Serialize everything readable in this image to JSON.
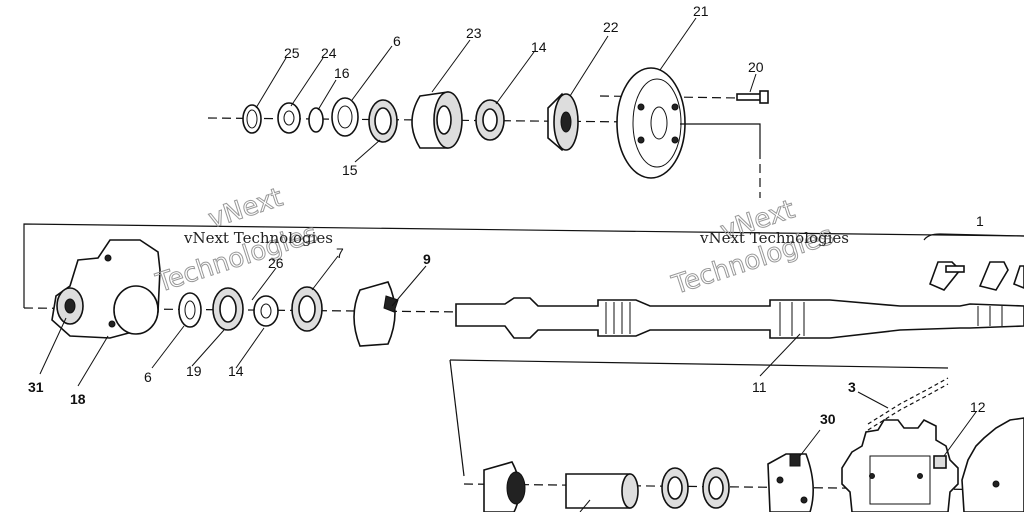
{
  "watermarks": {
    "left_small": "vNext Technologies",
    "left_big_line1": "vNext",
    "left_big_line2": "Technologies",
    "right_small": "vNext Technologies",
    "right_big_line1": "vNext",
    "right_big_line2": "Technologies"
  },
  "callouts": {
    "c25": "25",
    "c24": "24",
    "c16": "16",
    "c6_top": "6",
    "c23": "23",
    "c14_top": "14",
    "c22": "22",
    "c21": "21",
    "c20": "20",
    "c15": "15",
    "c1": "1",
    "c26": "26",
    "c7": "7",
    "c9": "9",
    "c31": "31",
    "c18": "18",
    "c6_mid": "6",
    "c19": "19",
    "c14_mid": "14",
    "c11": "11",
    "c3": "3",
    "c30": "30",
    "c12": "12"
  }
}
